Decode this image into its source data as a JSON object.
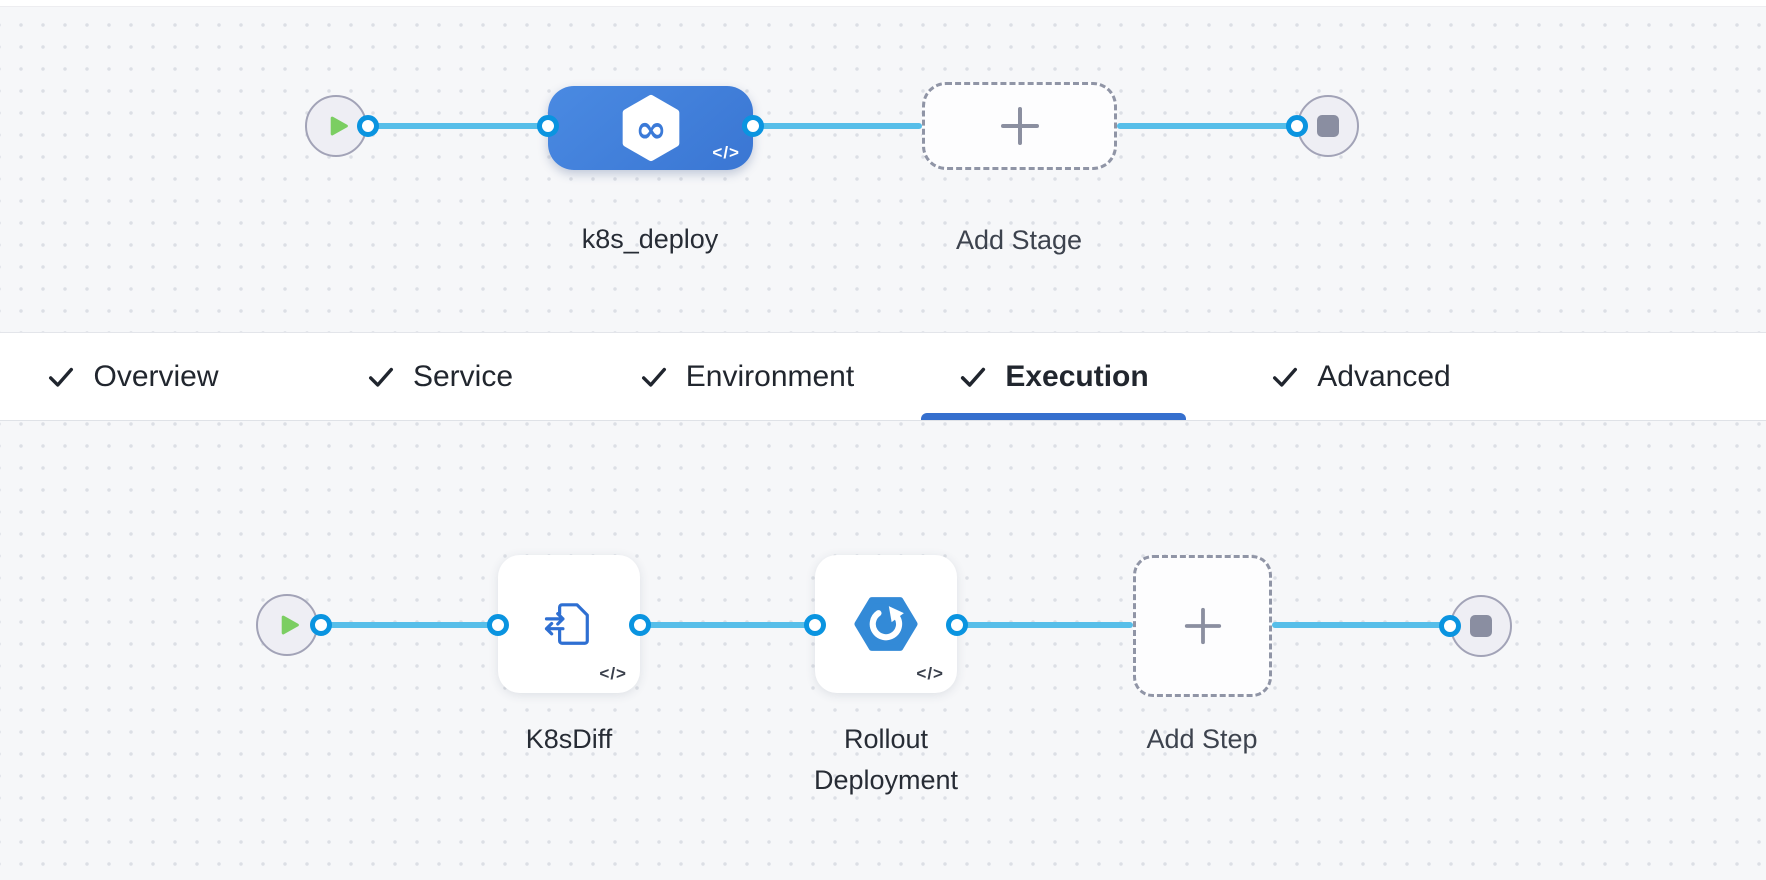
{
  "stage_canvas": {
    "nodes": [
      {
        "type": "start",
        "icon": "play-icon"
      },
      {
        "type": "stage",
        "label": "k8s_deploy",
        "icon": "harness-pipeline-icon",
        "code_badge": "</>"
      },
      {
        "type": "add-stage",
        "label": "Add Stage",
        "icon": "plus-icon"
      },
      {
        "type": "end",
        "icon": "stop-icon"
      }
    ]
  },
  "tab_bar": {
    "tabs": [
      {
        "label": "Overview",
        "completed": true,
        "active": false
      },
      {
        "label": "Service",
        "completed": true,
        "active": false
      },
      {
        "label": "Environment",
        "completed": true,
        "active": false
      },
      {
        "label": "Execution",
        "completed": true,
        "active": true
      },
      {
        "label": "Advanced",
        "completed": true,
        "active": false
      }
    ]
  },
  "execution_canvas": {
    "nodes": [
      {
        "type": "start",
        "icon": "play-icon"
      },
      {
        "type": "step",
        "label": "K8sDiff",
        "icon": "k8s-diff-icon",
        "code_badge": "</>"
      },
      {
        "type": "step",
        "label": "Rollout Deployment",
        "icon": "rollout-deployment-icon",
        "code_badge": "</>"
      },
      {
        "type": "add-step",
        "label": "Add Step",
        "icon": "plus-icon"
      },
      {
        "type": "end",
        "icon": "stop-icon"
      }
    ]
  },
  "colors": {
    "canvas_bg": "#f6f7f9",
    "dot_grid": "#dcdfe5",
    "edge_blue": "#57bee9",
    "connector_blue": "#0a94e0",
    "stage_blue": "#3f80d8",
    "play_green": "#7bce62",
    "stop_gray": "#8a8ea1",
    "dashed_border": "#9095a6",
    "active_tab_underline": "#356fce",
    "rollout_icon_blue": "#338ad7",
    "k8s_diff_icon_blue": "#2e6fd2"
  }
}
